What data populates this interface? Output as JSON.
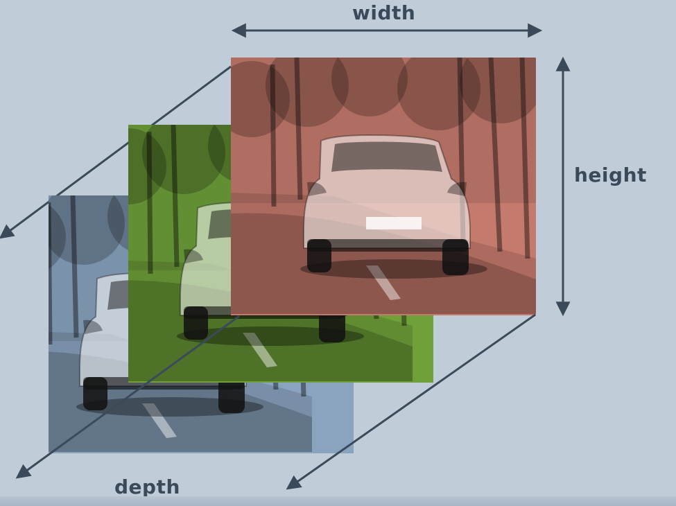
{
  "labels": {
    "width": "width",
    "height": "height",
    "depth": "depth"
  },
  "channels": [
    {
      "name": "blue",
      "tint": "#8aa3bf"
    },
    {
      "name": "green",
      "tint": "#6fa03a"
    },
    {
      "name": "red",
      "tint": "#c47a6c"
    }
  ],
  "colors": {
    "background": "#c0ccd8",
    "arrow": "#3a4a5a",
    "label": "#3a4a5a"
  }
}
